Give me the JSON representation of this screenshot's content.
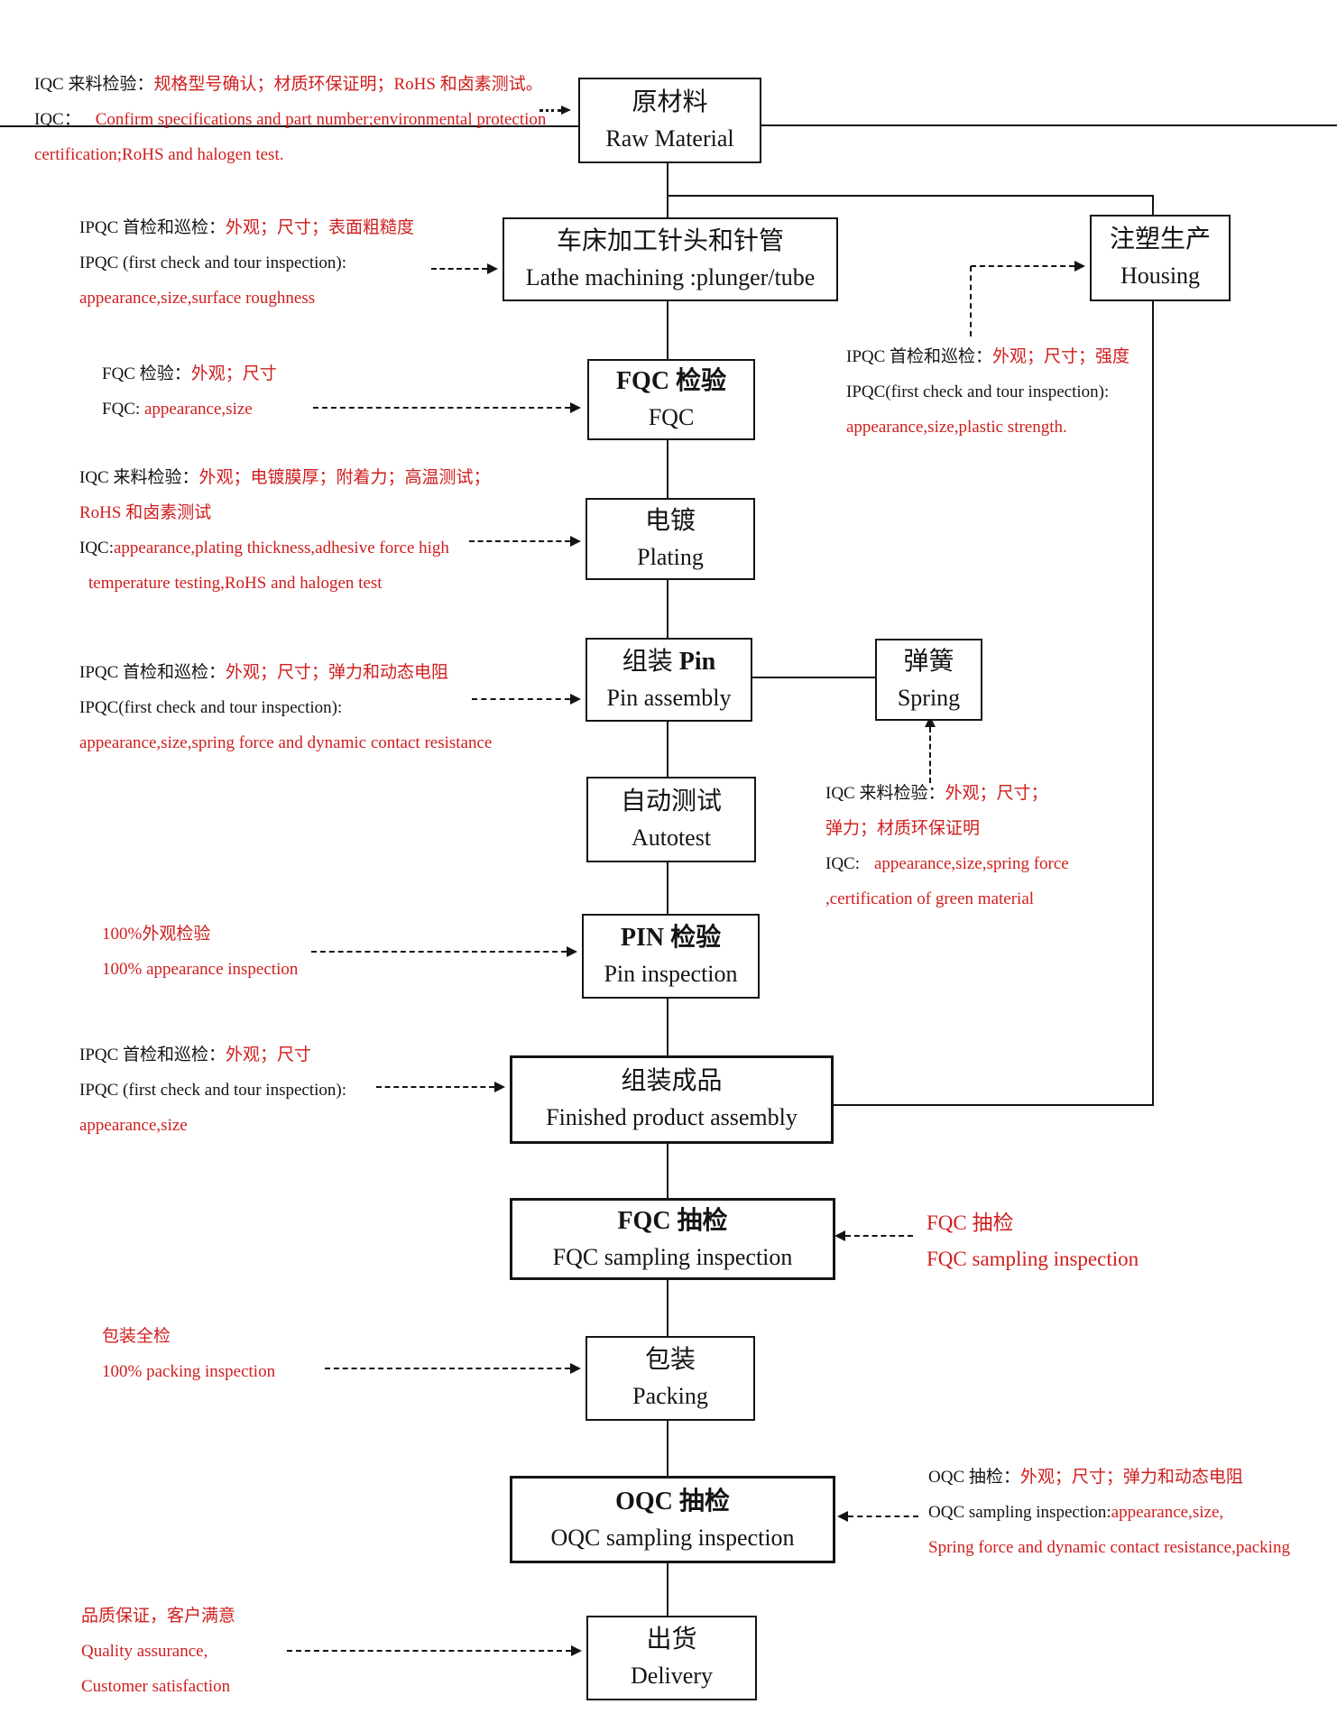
{
  "colors": {
    "red": "#d01e1e",
    "black": "#141414"
  },
  "boxes": {
    "raw_material": {
      "zh": "原材料",
      "en": "Raw Material"
    },
    "lathe": {
      "zh": "车床加工针头和针管",
      "en": "Lathe machining :plunger/tube"
    },
    "housing": {
      "zh": "注塑生产",
      "en": "Housing"
    },
    "fqc": {
      "zh": "FQC 检验",
      "en": "FQC"
    },
    "plating": {
      "zh": "电镀",
      "en": "Plating"
    },
    "pin_assembly": {
      "zh_prefix": "组装 ",
      "zh_bold": "Pin",
      "en": "Pin assembly"
    },
    "spring": {
      "zh": "弹簧",
      "en": "Spring"
    },
    "autotest": {
      "zh": "自动测试",
      "en": "Autotest"
    },
    "pin_inspection": {
      "zh": "PIN 检验",
      "en": "Pin inspection"
    },
    "finished_assembly": {
      "zh": "组装成品",
      "en": "Finished product assembly"
    },
    "fqc_sampling": {
      "zh": "FQC 抽检",
      "en": "FQC sampling inspection"
    },
    "packing": {
      "zh": "包装",
      "en": "Packing"
    },
    "oqc_sampling": {
      "zh": "OQC 抽检",
      "en": "OQC sampling inspection"
    },
    "delivery": {
      "zh": "出货",
      "en": "Delivery"
    }
  },
  "annotations": {
    "iqc_raw": {
      "l1_black": "IQC 来料检验：",
      "l1_red": "规格型号确认；材质环保证明；RoHS 和卤素测试。",
      "l2_black": "IQC：",
      "l2_red": "Confirm specifications and part number;environmental protection",
      "l3_red": "certification;RoHS and halogen test."
    },
    "ipqc_lathe": {
      "l1_black": "IPQC 首检和巡检：",
      "l1_red": "外观；尺寸；表面粗糙度",
      "l2_black": "IPQC (first check and tour inspection):",
      "l3_red": "appearance,size,surface roughness"
    },
    "ipqc_housing": {
      "l1_black": "IPQC 首检和巡检：",
      "l1_red": "外观；尺寸；强度",
      "l2_black": "IPQC(first check and tour inspection):",
      "l3_red": "appearance,size,plastic strength."
    },
    "fqc_check": {
      "l1_black": "FQC 检验：",
      "l1_red": "外观；尺寸",
      "l2_black": "FQC:",
      "l2_red": "appearance,size"
    },
    "iqc_plating": {
      "l1_black": "IQC 来料检验：",
      "l1_red": "外观；电镀膜厚；附着力；高温测试；",
      "l2_red": "RoHS 和卤素测试",
      "l3_black": "IQC:",
      "l3_red": "appearance,plating thickness,adhesive force high",
      "l4_red": "temperature testing,RoHS and halogen test"
    },
    "ipqc_pin": {
      "l1_black": "IPQC 首检和巡检：",
      "l1_red": "外观；尺寸；弹力和动态电阻",
      "l2_black": "IPQC(first check and tour inspection):",
      "l3_red": "appearance,size,spring force and dynamic contact resistance"
    },
    "iqc_spring": {
      "l1_black": "IQC 来料检验：",
      "l1_red": "外观；尺寸；",
      "l2_red": "弹力；材质环保证明",
      "l3_black": "IQC:",
      "l3_red": "appearance,size,spring force",
      "l4_red": ",certification of green material"
    },
    "pin_100": {
      "l1_red": "100%外观检验",
      "l2_red": "100% appearance inspection"
    },
    "ipqc_finished": {
      "l1_black": "IPQC 首检和巡检：",
      "l1_red": "外观；尺寸",
      "l2_black": "IPQC (first check and tour inspection):",
      "l3_red": "appearance,size"
    },
    "fqc_sampling_note": {
      "l1_red": "FQC 抽检",
      "l2_red": "FQC sampling inspection"
    },
    "packing_note": {
      "l1_red": "包装全检",
      "l2_red": "100% packing inspection"
    },
    "oqc_note": {
      "l1_black": "OQC 抽检：",
      "l1_red": "外观；尺寸；弹力和动态电阻",
      "l2_black": "OQC sampling inspection:",
      "l2_red": "appearance,size,",
      "l3_red": "Spring force and dynamic contact resistance,packing"
    },
    "delivery_note": {
      "l1_red": "品质保证，客户满意",
      "l2_red": "Quality assurance,",
      "l3_red": "Customer satisfaction"
    }
  }
}
